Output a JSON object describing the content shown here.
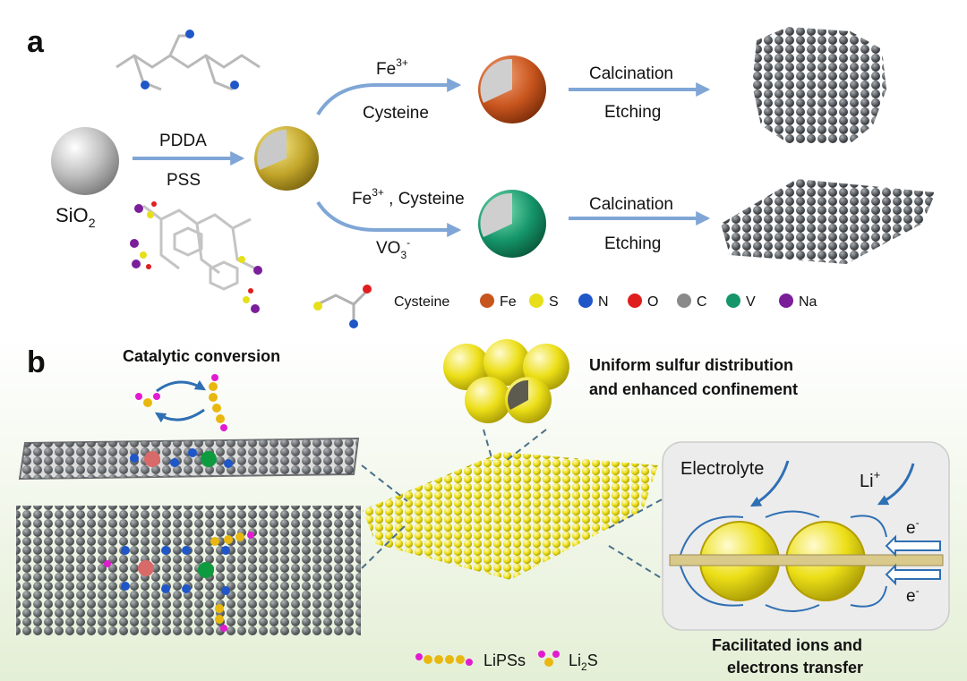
{
  "panel_a": {
    "label": "a",
    "start_label": "SiO",
    "start_sub": "2",
    "step1_top": "PDDA",
    "step1_bottom": "PSS",
    "upper_reagent_1": "Fe",
    "upper_reagent_1_sup": "3+",
    "upper_reagent_2": "Cysteine",
    "lower_reagent_1_pre": "Fe",
    "lower_reagent_1_sup": "3+",
    "lower_reagent_1_post": " , Cysteine",
    "lower_reagent_2": "VO",
    "lower_reagent_2_sub": "3",
    "lower_reagent_2_sup": "-",
    "upper_step_top": "Calcination",
    "upper_step_bottom": "Etching",
    "lower_step_top": "Calcination",
    "lower_step_bottom": "Etching",
    "legend_cysteine": "Cysteine",
    "legend": [
      {
        "label": "Fe",
        "color": "#c8551e"
      },
      {
        "label": "S",
        "color": "#e6df1a"
      },
      {
        "label": "N",
        "color": "#1f56c8"
      },
      {
        "label": "O",
        "color": "#e01e1e"
      },
      {
        "label": "C",
        "color": "#8a8a8a"
      },
      {
        "label": "V",
        "color": "#15956a"
      },
      {
        "label": "Na",
        "color": "#7a1e9a"
      }
    ]
  },
  "panel_b": {
    "label": "b",
    "catalytic_title": "Catalytic conversion",
    "uniform_line1": "Uniform sulfur distribution",
    "uniform_line2": "and enhanced confinement",
    "electrolyte": "Electrolyte",
    "li_ion": "Li",
    "li_ion_sup": "+",
    "e_top": "e",
    "e_top_sup": "-",
    "e_bottom": "e",
    "e_bottom_sup": "-",
    "facilitated_line1": "Facilitated ions and",
    "facilitated_line2": "electrons transfer",
    "legend_lipss": "LiPSs",
    "legend_li2s": "Li",
    "legend_li2s_sub": "2",
    "legend_li2s_post": "S"
  },
  "colors": {
    "arrow": "#7fa6d6",
    "sulfur": "#e8df10",
    "iron_shell": "#c8551e",
    "vanadium_shell": "#15956a",
    "carbon": "#6b6e70",
    "bg_b": "#eef5e3"
  }
}
